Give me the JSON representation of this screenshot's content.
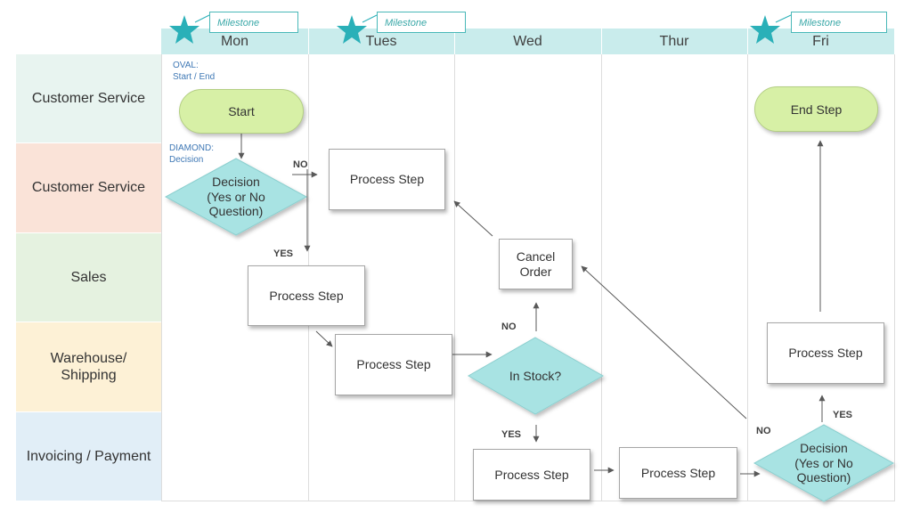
{
  "days": [
    "Mon",
    "Tues",
    "Wed",
    "Thur",
    "Fri"
  ],
  "milestone_label": "Milestone",
  "lanes": [
    {
      "label": "Customer Service",
      "color": "#e8f4f0"
    },
    {
      "label": "Customer Service",
      "color": "#fae3d8"
    },
    {
      "label": "Sales",
      "color": "#e5f2e0"
    },
    {
      "label": "Warehouse/\nShipping",
      "color": "#fdf1d6"
    },
    {
      "label": "Invoicing / Payment",
      "color": "#e1eef7"
    }
  ],
  "notes": {
    "oval": "OVAL:\nStart / End",
    "diamond": "DIAMOND:\nDecision"
  },
  "shapes": {
    "start": "Start",
    "end": "End Step",
    "decision1": "Decision\n(Yes or No\nQuestion)",
    "process_tues_top": "Process Step",
    "process_sales": "Process Step",
    "process_warehouse": "Process Step",
    "cancel_order": "Cancel\nOrder",
    "in_stock": "In Stock?",
    "process_wed_invoice": "Process Step",
    "process_thur_invoice": "Process Step",
    "decision2": "Decision\n(Yes or No\nQuestion)",
    "process_fri": "Process Step"
  },
  "edge_labels": {
    "d1_no": "NO",
    "d1_yes": "YES",
    "stock_no": "NO",
    "stock_yes": "YES",
    "d2_yes": "YES",
    "d2_no": "NO"
  },
  "colors": {
    "header": "#c9ecec",
    "milestone": "#2ab0b8",
    "diamond": "#a8e3e3",
    "oval": "#d7f0a6",
    "arrow": "#595959"
  }
}
